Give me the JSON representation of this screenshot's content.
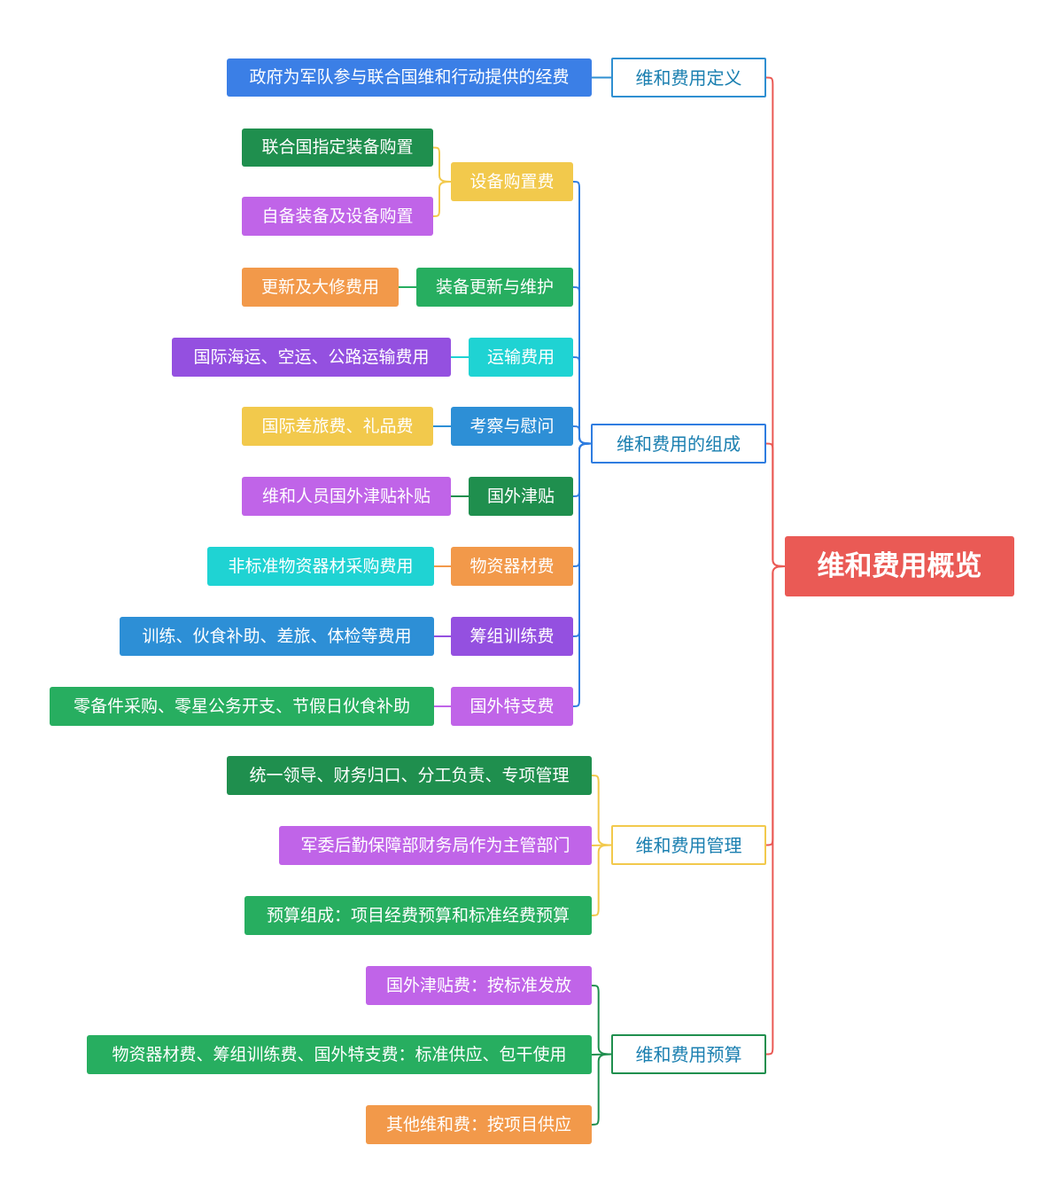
{
  "root": {
    "label": "维和费用概览",
    "color": "#ea5a55"
  },
  "branches": {
    "definition": {
      "label": "维和费用定义",
      "color": "#2f8fd1",
      "items": [
        {
          "label": "政府为军队参与联合国维和行动提供的经费",
          "color": "#3b7fe6"
        }
      ]
    },
    "composition": {
      "label": "维和费用的组成",
      "color": "#2f7de0",
      "groups": [
        {
          "label": "设备购置费",
          "color": "#f2c94c",
          "items": [
            {
              "label": "联合国指定装备购置",
              "color": "#1f8f4e"
            },
            {
              "label": "自备装备及设备购置",
              "color": "#c064e8"
            }
          ]
        },
        {
          "label": "装备更新与维护",
          "color": "#27ae60",
          "items": [
            {
              "label": "更新及大修费用",
              "color": "#f2994a"
            }
          ]
        },
        {
          "label": "运输费用",
          "color": "#1fd3d3",
          "items": [
            {
              "label": "国际海运、空运、公路运输费用",
              "color": "#9450e0"
            }
          ]
        },
        {
          "label": "考察与慰问",
          "color": "#2d8fd6",
          "items": [
            {
              "label": "国际差旅费、礼品费",
              "color": "#f2c94c"
            }
          ]
        },
        {
          "label": "国外津贴",
          "color": "#1f8f4e",
          "items": [
            {
              "label": "维和人员国外津贴补贴",
              "color": "#c064e8"
            }
          ]
        },
        {
          "label": "物资器材费",
          "color": "#f2994a",
          "items": [
            {
              "label": "非标准物资器材采购费用",
              "color": "#1fd3d3"
            }
          ]
        },
        {
          "label": "筹组训练费",
          "color": "#9450e0",
          "items": [
            {
              "label": "训练、伙食补助、差旅、体检等费用",
              "color": "#2d8fd6"
            }
          ]
        },
        {
          "label": "国外特支费",
          "color": "#c064e8",
          "items": [
            {
              "label": "零备件采购、零星公务开支、节假日伙食补助",
              "color": "#27ae60"
            }
          ]
        }
      ]
    },
    "management": {
      "label": "维和费用管理",
      "color": "#f2c94c",
      "items": [
        {
          "label": "统一领导、财务归口、分工负责、专项管理",
          "color": "#1f8f4e"
        },
        {
          "label": "军委后勤保障部财务局作为主管部门",
          "color": "#c064e8"
        },
        {
          "label": "预算组成：项目经费预算和标准经费预算",
          "color": "#27ae60"
        }
      ]
    },
    "budget": {
      "label": "维和费用预算",
      "color": "#1f8f4e",
      "items": [
        {
          "label": "国外津贴费：按标准发放",
          "color": "#c064e8"
        },
        {
          "label": "物资器材费、筹组训练费、国外特支费：标准供应、包干使用",
          "color": "#27ae60"
        },
        {
          "label": "其他维和费：按项目供应",
          "color": "#f2994a"
        }
      ]
    }
  }
}
